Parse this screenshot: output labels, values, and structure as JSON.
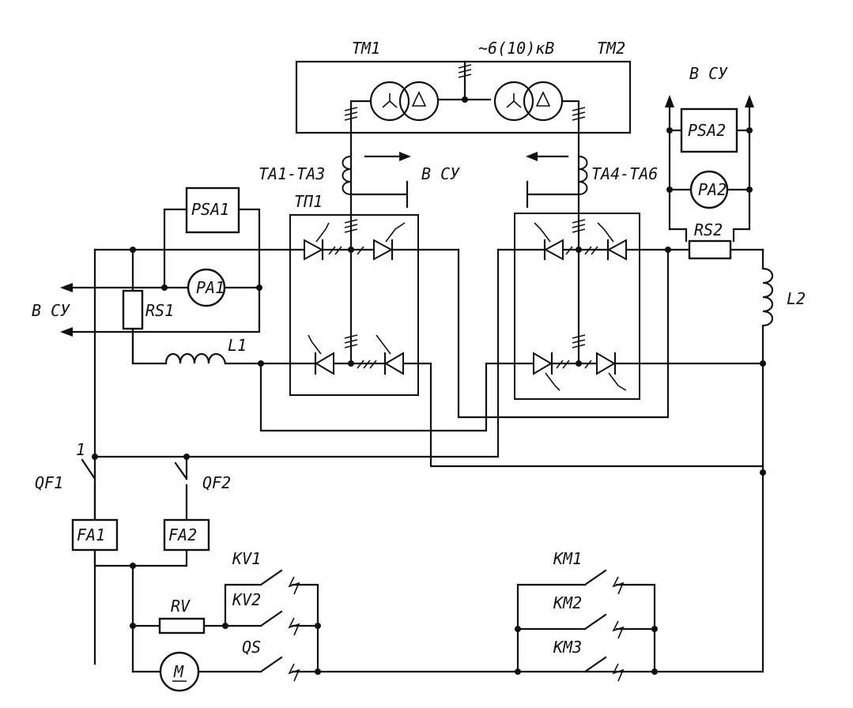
{
  "labels": {
    "tm1": "TM1",
    "tm2": "TM2",
    "supply": "~6(10)кВ",
    "vsu_top": "В СУ",
    "vsu_mid": "В СУ",
    "vsu_left": "В СУ",
    "ta1": "TA1-TA3",
    "ta4": "TA4-TA6",
    "tp1": "ТП1",
    "psa1": "PSA1",
    "psa2": "PSA2",
    "pa1": "PA1",
    "pa2": "PA2",
    "rs1": "RS1",
    "rs2": "RS2",
    "l1": "L1",
    "l2": "L2",
    "node1": "1",
    "qf1": "QF1",
    "qf2": "QF2",
    "fa1": "FA1",
    "fa2": "FA2",
    "kv1": "KV1",
    "kv2": "KV2",
    "rv": "RV",
    "qs": "QS",
    "m": "M",
    "km1": "KM1",
    "km2": "KM2",
    "km3": "KM3"
  }
}
